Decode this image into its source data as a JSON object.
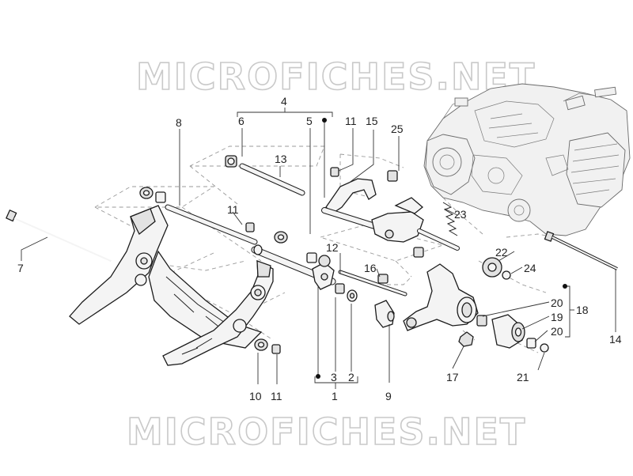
{
  "watermark_top": "MICROFICHES.NET",
  "watermark_bottom": "MICROFICHES.NET",
  "callouts": {
    "c1": "1",
    "c2": "2",
    "c3": "3",
    "c4": "4",
    "c5": "5",
    "c6": "6",
    "c7": "7",
    "c8": "8",
    "c9": "9",
    "c10": "10",
    "c11a": "11",
    "c11b": "11",
    "c11c": "11",
    "c12": "12",
    "c13": "13",
    "c14": "14",
    "c15": "15",
    "c16": "16",
    "c17": "17",
    "c18": "18",
    "c19": "19",
    "c20a": "20",
    "c20b": "20",
    "c21": "21",
    "c22": "22",
    "c23": "23",
    "c24": "24",
    "c25": "25"
  }
}
